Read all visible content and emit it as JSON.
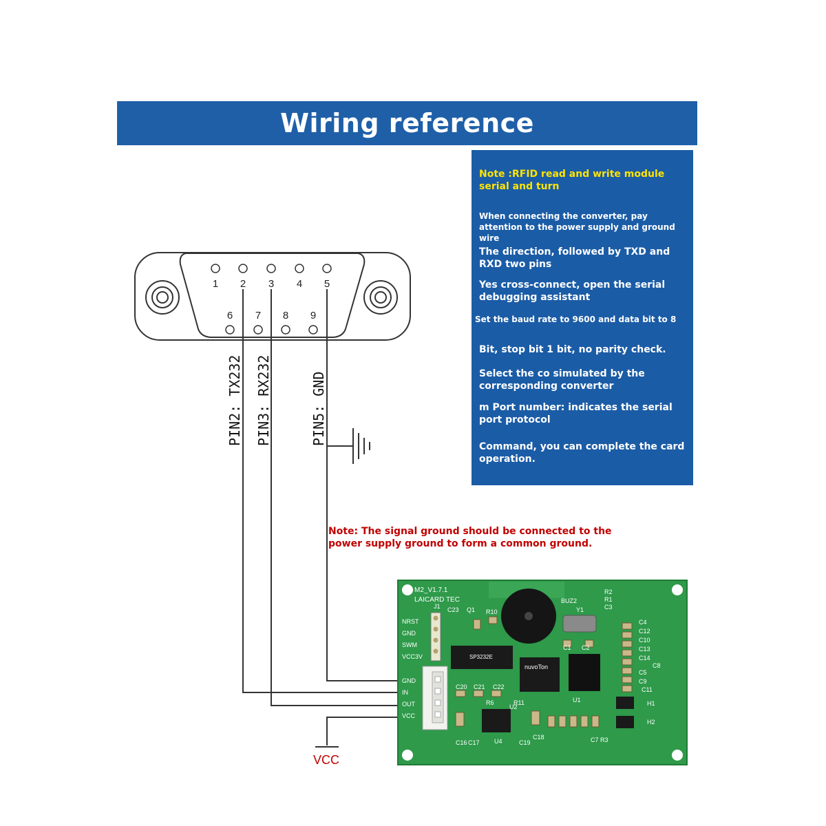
{
  "title": "Wiring reference",
  "note_box": {
    "heading": "Note :RFID read and write module serial and turn",
    "lines": [
      "When connecting the converter, pay attention to the power supply and ground wire",
      "The direction, followed by TXD and RXD two pins",
      "Yes cross-connect, open the serial debugging assistant",
      "Set the baud rate to 9600 and data bit to 8",
      "Bit, stop bit 1 bit, no parity check.",
      "Select the co simulated by the corresponding converter",
      "m Port number: indicates the serial port protocol",
      "Command, you can complete the card operation."
    ]
  },
  "connector": {
    "top_pins": [
      "1",
      "2",
      "3",
      "4",
      "5"
    ],
    "bottom_pins": [
      "6",
      "7",
      "8",
      "9"
    ]
  },
  "wire_labels": {
    "pin2": "PIN2: TX232",
    "pin3": "PIN3: RX232",
    "pin5": "PIN5: GND"
  },
  "ground_note": "Note: The signal ground should be connected to the power supply ground to form a common ground.",
  "vcc_label": "VCC",
  "board": {
    "version": "M2_V1.7.1",
    "maker": "LAICARD TEC",
    "left_header": [
      "NRST",
      "GND",
      "SWM",
      "VCC3V"
    ],
    "connector_pins": [
      "GND",
      "IN",
      "OUT",
      "VCC"
    ],
    "components": [
      "C23",
      "Q1",
      "R10",
      "BUZ2",
      "Y1",
      "R2",
      "R1",
      "C3",
      "C4",
      "C12",
      "C10",
      "C13",
      "C14",
      "C5",
      "C9",
      "C11",
      "C8",
      "C1",
      "C2",
      "C20",
      "C21",
      "C22",
      "R11",
      "R6",
      "U1",
      "U2",
      "U4",
      "H1",
      "H2",
      "C16",
      "C17",
      "C19",
      "C18",
      "R3",
      "C7",
      "J1"
    ],
    "chips": [
      "SP3232E",
      "nuvoTon"
    ]
  },
  "colors": {
    "banner": "#1f5fa8",
    "note_box": "#1b5ca6",
    "note_heading": "#ffe400",
    "warning_text": "#c00000",
    "pcb": "#2e9a4a"
  }
}
